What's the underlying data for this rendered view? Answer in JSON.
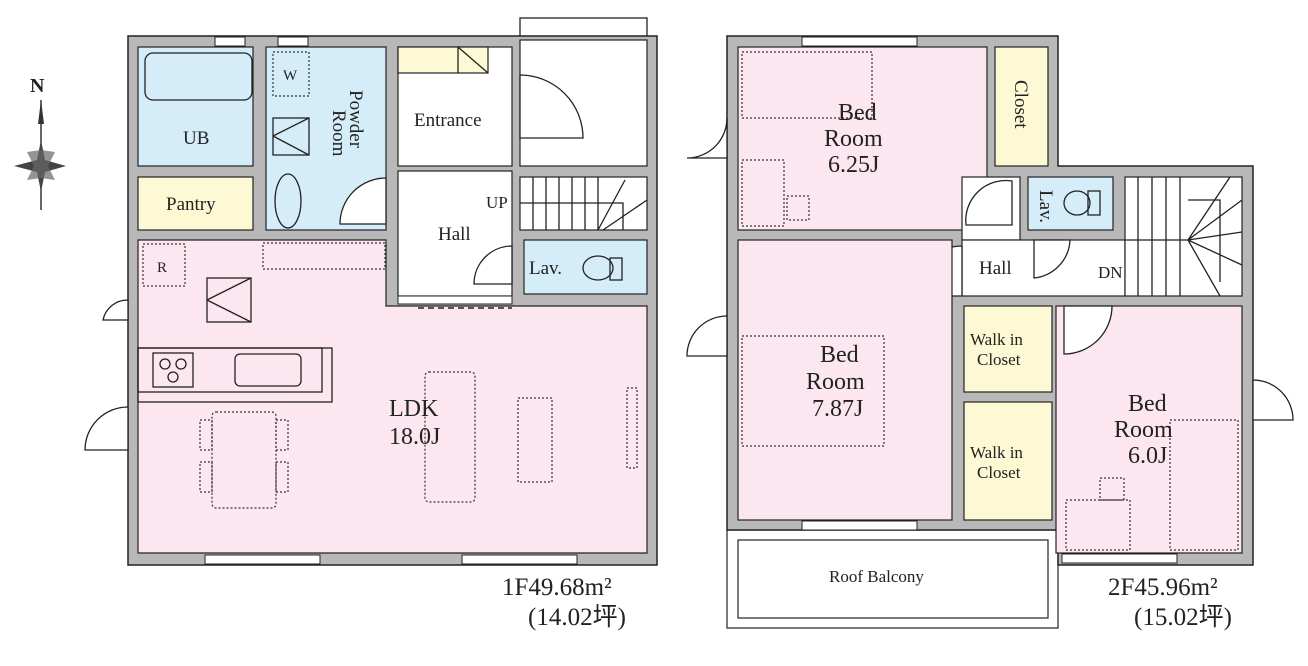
{
  "compass": {
    "north_label": "N"
  },
  "floor1": {
    "rooms": {
      "ub": "UB",
      "powder_room": [
        "Powder",
        "Room"
      ],
      "washer_mark": "W",
      "entrance": "Entrance",
      "pantry": "Pantry",
      "refrigerator_mark": "R",
      "hall": "Hall",
      "stairs_up": "UP",
      "lav": "Lav.",
      "ldk": [
        "LDK",
        "18.0J"
      ]
    },
    "area": {
      "sqm": "1F49.68m²",
      "tsubo": "(14.02坪)"
    }
  },
  "floor2": {
    "rooms": {
      "bedroom_north": [
        "Bed",
        "Room",
        "6.25J"
      ],
      "closet": "Closet",
      "lav": "Lav.",
      "hall": "Hall",
      "stairs_down": "DN",
      "bedroom_west": [
        "Bed",
        "Room",
        "7.87J"
      ],
      "wic_1": [
        "Walk in",
        "Closet"
      ],
      "wic_2": [
        "Walk in",
        "Closet"
      ],
      "bedroom_east": [
        "Bed",
        "Room",
        "6.0J"
      ],
      "roof_balcony": "Roof Balcony"
    },
    "area": {
      "sqm": "2F45.96m²",
      "tsubo": "(15.02坪)"
    }
  },
  "colors": {
    "bedroom": "#fce7f0",
    "wet_area": "#d5edf9",
    "storage": "#fdf9d4",
    "wall": "#b8b8b8"
  }
}
